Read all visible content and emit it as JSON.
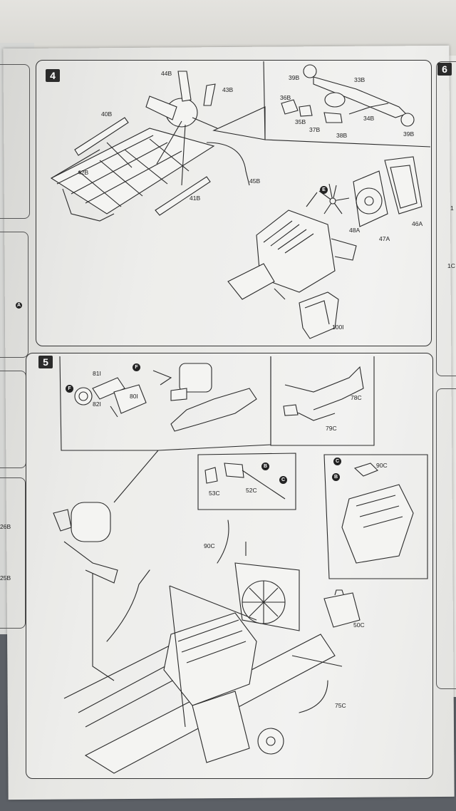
{
  "steps": {
    "step4": {
      "number": "4"
    },
    "step5": {
      "number": "5"
    },
    "step6": {
      "number": "6"
    }
  },
  "parts4": {
    "p44": "44B",
    "p43": "43B",
    "p40": "40B",
    "p42": "42B",
    "p41": "41B",
    "p45": "45B",
    "p39a": "39B",
    "p33": "33B",
    "p36": "36B",
    "p35": "35B",
    "p37": "37B",
    "p38": "38B",
    "p34": "34B",
    "p39b": "39B",
    "p48": "48A",
    "p47": "47A",
    "p46": "46A",
    "p100": "100I",
    "markerE": "E"
  },
  "parts5": {
    "p81": "81I",
    "p80": "80I",
    "p82": "82I",
    "p78": "78C",
    "p79": "79C",
    "p53": "53C",
    "p52": "52C",
    "p90a": "90C",
    "p90b": "90C",
    "p50": "50C",
    "p75": "75C",
    "markerF1": "F",
    "markerF2": "F",
    "markerB1": "B",
    "markerC1": "C",
    "markerC2": "C",
    "markerB2": "B"
  },
  "edge_left": {
    "a": "26B",
    "b": "25B",
    "c": "A"
  },
  "edge_right": {
    "a": "1C",
    "b": "1"
  },
  "colors": {
    "ink": "#2a2a2a",
    "paper": "#ececea",
    "step_badge": "#2b2b2b"
  }
}
